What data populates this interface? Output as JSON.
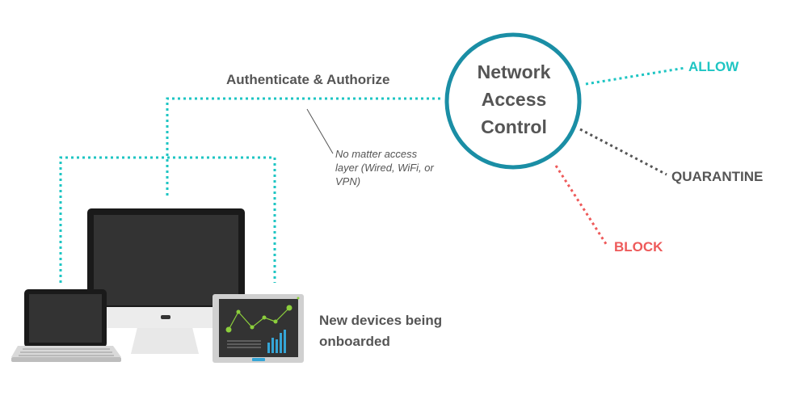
{
  "labels": {
    "auth": "Authenticate & Authorize",
    "note": "No matter access layer (Wired, WiFi, or VPN)",
    "nac": "Network Access Control",
    "allow": "ALLOW",
    "quarantine": "QUARANTINE",
    "block": "BLOCK",
    "devices": "New devices being onboarded"
  },
  "colors": {
    "teal": "#1ec5c3",
    "circle_stroke": "#1a8ea5",
    "dark_gray": "#555555",
    "block_red": "#ee5a5a",
    "screen": "#333333",
    "bezel": "#1a1a1a",
    "chart_green": "#8ccf3c",
    "chart_blue": "#35a5d6"
  },
  "icons": [
    "laptop-icon",
    "desktop-monitor-icon",
    "tablet-chart-icon"
  ]
}
